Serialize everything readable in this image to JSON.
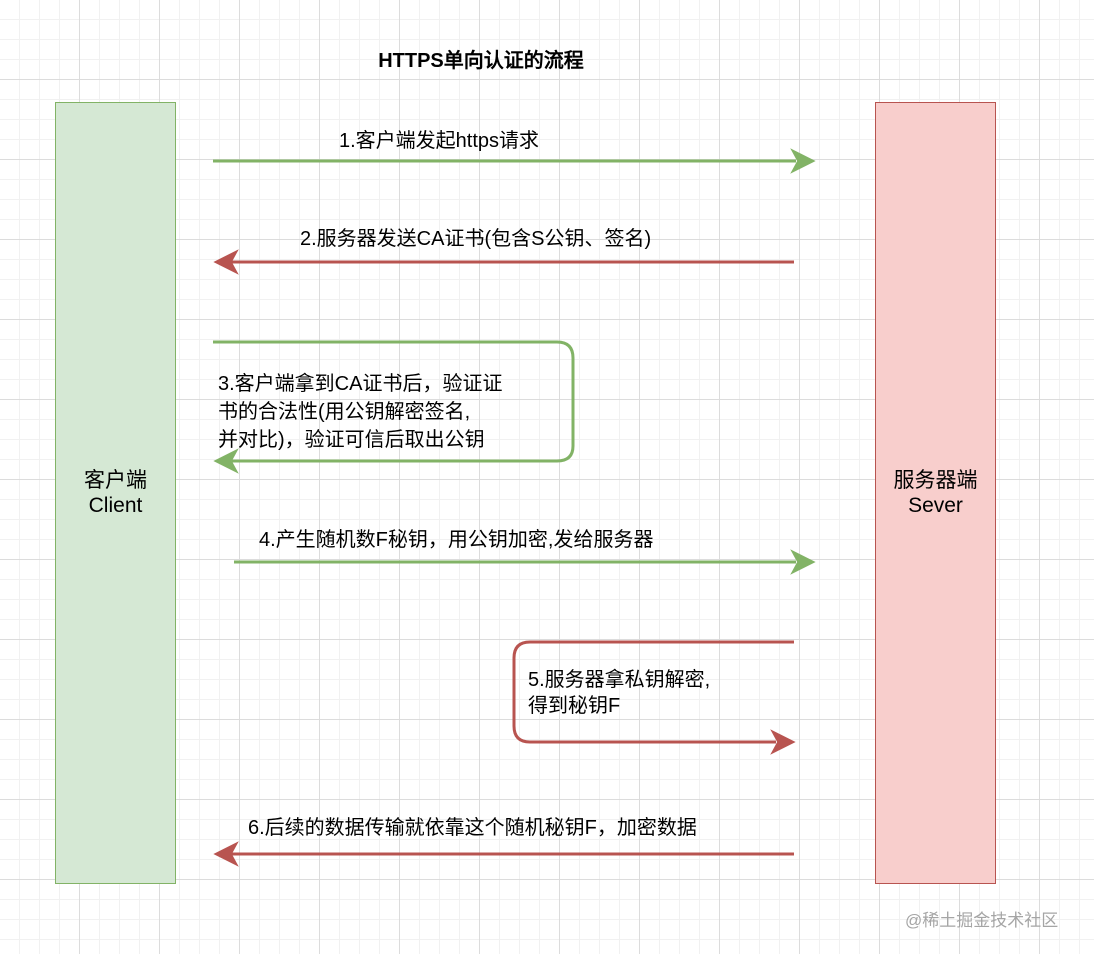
{
  "title": "HTTPS单向认证的流程",
  "client": {
    "label": "客户端\nClient"
  },
  "server": {
    "label": "服务器端\nSever"
  },
  "steps": [
    {
      "label": "1.客户端发起https请求"
    },
    {
      "label": "2.服务器发送CA证书(包含S公钥、签名)"
    },
    {
      "label": "3.客户端拿到CA证书后，验证证\n书的合法性(用公钥解密签名,\n并对比)，验证可信后取出公钥"
    },
    {
      "label": "4.产生随机数F秘钥，用公钥加密,发给服务器"
    },
    {
      "label": "5.服务器拿私钥解密,\n得到秘钥F"
    },
    {
      "label": "6.后续的数据传输就依靠这个随机秘钥F，加密数据"
    }
  ],
  "colors": {
    "green_line": "#82b366",
    "red_line": "#b85450",
    "client_fill": "#d5e8d4",
    "server_fill": "#f8cecc"
  },
  "watermark": "@稀土掘金技术社区"
}
